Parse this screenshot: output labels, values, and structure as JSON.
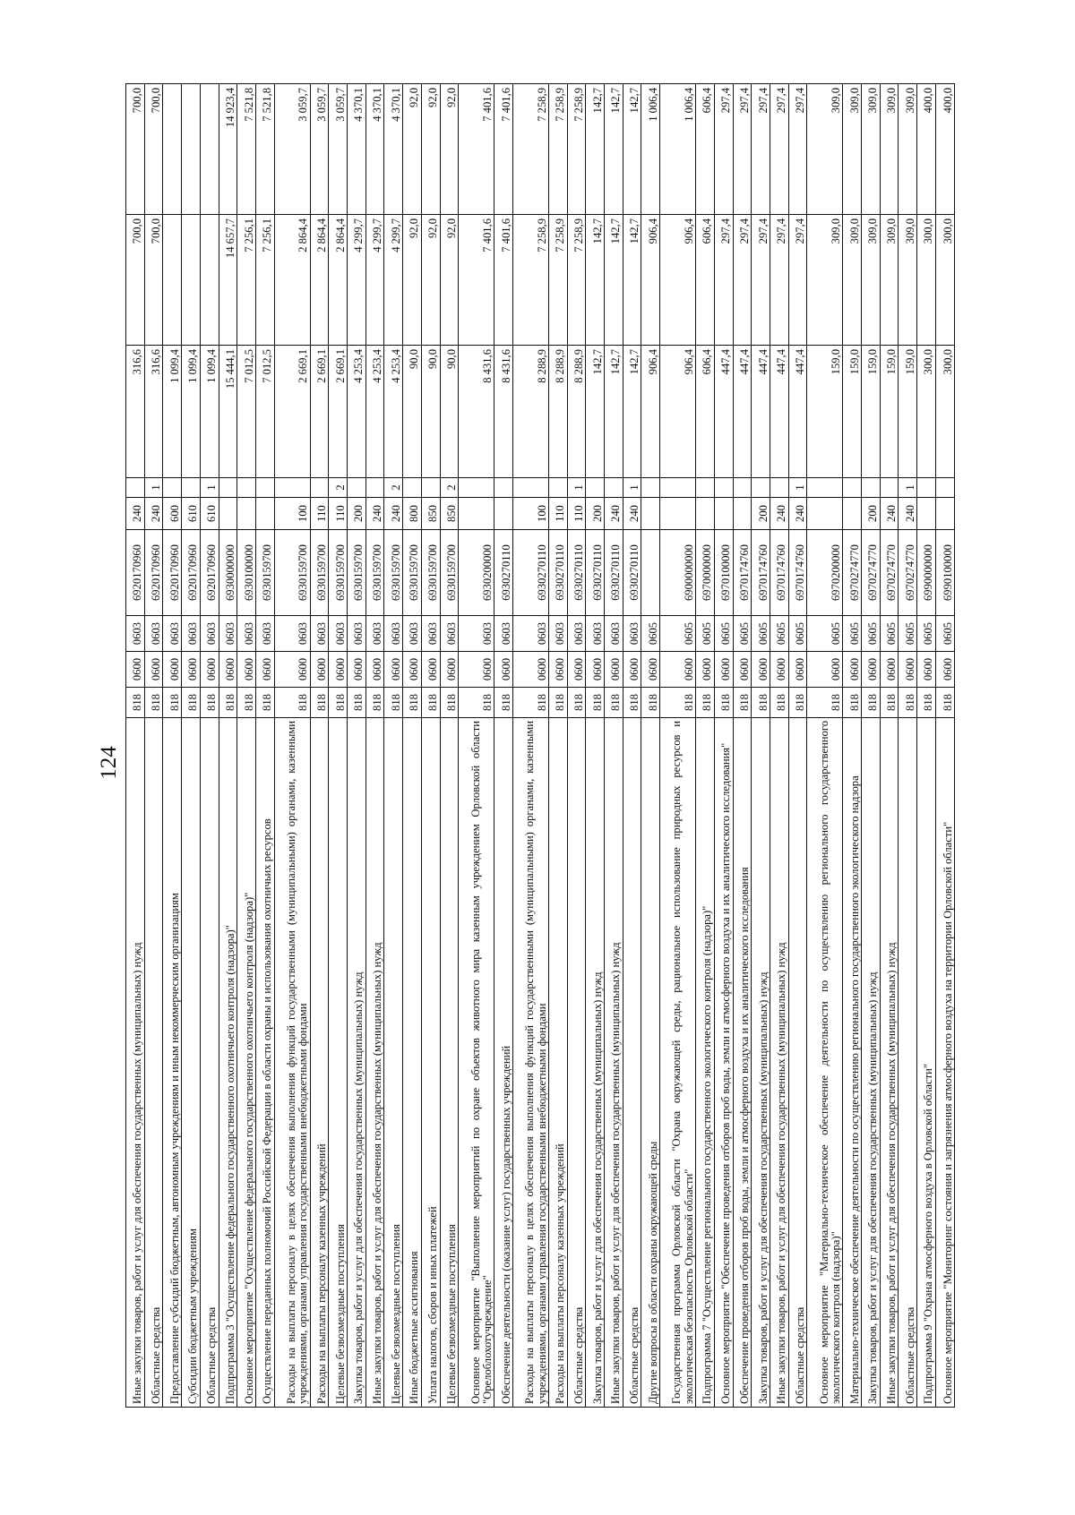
{
  "page_number": "124",
  "table": {
    "rows": [
      {
        "name": "Иные закупки товаров, работ и услуг для обеспечения государственных (муниципальных) нужд",
        "ved": "818",
        "rz": "0600",
        "pr": "0603",
        "csr": "6920170960",
        "vr": "240",
        "mark": "",
        "v1": "316,6",
        "v2": "700,0",
        "v3": "700,0"
      },
      {
        "name": "Областные средства",
        "ved": "818",
        "rz": "0600",
        "pr": "0603",
        "csr": "6920170960",
        "vr": "240",
        "mark": "1",
        "v1": "316,6",
        "v2": "700,0",
        "v3": "700,0"
      },
      {
        "name": "Предоставление субсидий бюджетным, автономным учреждениям и иным некоммерческим организациям",
        "ved": "818",
        "rz": "0600",
        "pr": "0603",
        "csr": "6920170960",
        "vr": "600",
        "mark": "",
        "v1": "1 099,4",
        "v2": "",
        "v3": ""
      },
      {
        "name": "Субсидии бюджетным учреждениям",
        "ved": "818",
        "rz": "0600",
        "pr": "0603",
        "csr": "6920170960",
        "vr": "610",
        "mark": "",
        "v1": "1 099,4",
        "v2": "",
        "v3": ""
      },
      {
        "name": "Областные средства",
        "ved": "818",
        "rz": "0600",
        "pr": "0603",
        "csr": "6920170960",
        "vr": "610",
        "mark": "1",
        "v1": "1 099,4",
        "v2": "",
        "v3": ""
      },
      {
        "name": "Подпрограмма 3 \"Осуществление федерального государственного охотничьего контроля (надзора)\"",
        "ved": "818",
        "rz": "0600",
        "pr": "0603",
        "csr": "6930000000",
        "vr": "",
        "mark": "",
        "v1": "15 444,1",
        "v2": "14 657,7",
        "v3": "14 923,4"
      },
      {
        "name": "Основное мероприятие \"Осуществление федерального государственного охотничьего контроля (надзора)\"",
        "ved": "818",
        "rz": "0600",
        "pr": "0603",
        "csr": "6930100000",
        "vr": "",
        "mark": "",
        "v1": "7 012,5",
        "v2": "7 256,1",
        "v3": "7 521,8"
      },
      {
        "name": "Осуществление переданных полномочий Российской Федерации в области охраны и использования охотничьих ресурсов",
        "ved": "818",
        "rz": "0600",
        "pr": "0603",
        "csr": "6930159700",
        "vr": "",
        "mark": "",
        "v1": "7 012,5",
        "v2": "7 256,1",
        "v3": "7 521,8"
      },
      {
        "name": "Расходы на выплаты персоналу в целях обеспечения выполнения функций государственными (муниципальными) органами, казенными учреждениями, органами управления государственными внебюджетными фондами",
        "ved": "818",
        "rz": "0600",
        "pr": "0603",
        "csr": "6930159700",
        "vr": "100",
        "mark": "",
        "v1": "2 669,1",
        "v2": "2 864,4",
        "v3": "3 059,7"
      },
      {
        "name": "Расходы на выплаты персоналу казенных учреждений",
        "ved": "818",
        "rz": "0600",
        "pr": "0603",
        "csr": "6930159700",
        "vr": "110",
        "mark": "",
        "v1": "2 669,1",
        "v2": "2 864,4",
        "v3": "3 059,7"
      },
      {
        "name": "Целевые безвозмездные поступления",
        "ved": "818",
        "rz": "0600",
        "pr": "0603",
        "csr": "6930159700",
        "vr": "110",
        "mark": "2",
        "v1": "2 669,1",
        "v2": "2 864,4",
        "v3": "3 059,7"
      },
      {
        "name": "Закупка товаров, работ и услуг для обеспечения государственных (муниципальных) нужд",
        "ved": "818",
        "rz": "0600",
        "pr": "0603",
        "csr": "6930159700",
        "vr": "200",
        "mark": "",
        "v1": "4 253,4",
        "v2": "4 299,7",
        "v3": "4 370,1"
      },
      {
        "name": "Иные закупки товаров, работ и услуг для обеспечения государственных (муниципальных) нужд",
        "ved": "818",
        "rz": "0600",
        "pr": "0603",
        "csr": "6930159700",
        "vr": "240",
        "mark": "",
        "v1": "4 253,4",
        "v2": "4 299,7",
        "v3": "4 370,1"
      },
      {
        "name": "Целевые безвозмездные поступления",
        "ved": "818",
        "rz": "0600",
        "pr": "0603",
        "csr": "6930159700",
        "vr": "240",
        "mark": "2",
        "v1": "4 253,4",
        "v2": "4 299,7",
        "v3": "4 370,1"
      },
      {
        "name": "Иные бюджетные ассигнования",
        "ved": "818",
        "rz": "0600",
        "pr": "0603",
        "csr": "6930159700",
        "vr": "800",
        "mark": "",
        "v1": "90,0",
        "v2": "92,0",
        "v3": "92,0"
      },
      {
        "name": "Уплата налогов, сборов и иных платежей",
        "ved": "818",
        "rz": "0600",
        "pr": "0603",
        "csr": "6930159700",
        "vr": "850",
        "mark": "",
        "v1": "90,0",
        "v2": "92,0",
        "v3": "92,0"
      },
      {
        "name": "Целевые безвозмездные поступления",
        "ved": "818",
        "rz": "0600",
        "pr": "0603",
        "csr": "6930159700",
        "vr": "850",
        "mark": "2",
        "v1": "90,0",
        "v2": "92,0",
        "v3": "92,0"
      },
      {
        "name": "Основное мероприятие \"Выполнение мероприятий по охране объектов животного мира казенным учреждением Орловской области \"Орелоблохотучреждение\"",
        "ved": "818",
        "rz": "0600",
        "pr": "0603",
        "csr": "6930200000",
        "vr": "",
        "mark": "",
        "v1": "8 431,6",
        "v2": "7 401,6",
        "v3": "7 401,6"
      },
      {
        "name": "Обеспечение деятельности (оказание услуг) государственных учреждений",
        "ved": "818",
        "rz": "0600",
        "pr": "0603",
        "csr": "6930270110",
        "vr": "",
        "mark": "",
        "v1": "8 431,6",
        "v2": "7 401,6",
        "v3": "7 401,6"
      },
      {
        "name": "Расходы на выплаты персоналу в целях обеспечения выполнения функций государственными (муниципальными) органами, казенными учреждениями, органами управления государственными внебюджетными фондами",
        "ved": "818",
        "rz": "0600",
        "pr": "0603",
        "csr": "6930270110",
        "vr": "100",
        "mark": "",
        "v1": "8 288,9",
        "v2": "7 258,9",
        "v3": "7 258,9"
      },
      {
        "name": "Расходы на выплаты персоналу казенных учреждений",
        "ved": "818",
        "rz": "0600",
        "pr": "0603",
        "csr": "6930270110",
        "vr": "110",
        "mark": "",
        "v1": "8 288,9",
        "v2": "7 258,9",
        "v3": "7 258,9"
      },
      {
        "name": "Областные средства",
        "ved": "818",
        "rz": "0600",
        "pr": "0603",
        "csr": "6930270110",
        "vr": "110",
        "mark": "1",
        "v1": "8 288,9",
        "v2": "7 258,9",
        "v3": "7 258,9"
      },
      {
        "name": "Закупка товаров, работ и услуг для обеспечения государственных (муниципальных) нужд",
        "ved": "818",
        "rz": "0600",
        "pr": "0603",
        "csr": "6930270110",
        "vr": "200",
        "mark": "",
        "v1": "142,7",
        "v2": "142,7",
        "v3": "142,7"
      },
      {
        "name": "Иные закупки товаров, работ и услуг для обеспечения государственных (муниципальных) нужд",
        "ved": "818",
        "rz": "0600",
        "pr": "0603",
        "csr": "6930270110",
        "vr": "240",
        "mark": "",
        "v1": "142,7",
        "v2": "142,7",
        "v3": "142,7"
      },
      {
        "name": "Областные средства",
        "ved": "818",
        "rz": "0600",
        "pr": "0603",
        "csr": "6930270110",
        "vr": "240",
        "mark": "1",
        "v1": "142,7",
        "v2": "142,7",
        "v3": "142,7"
      },
      {
        "name": "Другие вопросы в области охраны окружающей среды",
        "ved": "818",
        "rz": "0600",
        "pr": "0605",
        "csr": "",
        "vr": "",
        "mark": "",
        "v1": "906,4",
        "v2": "906,4",
        "v3": "1 006,4"
      },
      {
        "name": "Государственная программа Орловской области \"Охрана окружающей среды, рациональное использование природных ресурсов и экологическая безопасность Орловской области\"",
        "ved": "818",
        "rz": "0600",
        "pr": "0605",
        "csr": "6900000000",
        "vr": "",
        "mark": "",
        "v1": "906,4",
        "v2": "906,4",
        "v3": "1 006,4"
      },
      {
        "name": "Подпрограмма 7 \"Осуществление регионального государственного экологического контроля (надзора)\"",
        "ved": "818",
        "rz": "0600",
        "pr": "0605",
        "csr": "6970000000",
        "vr": "",
        "mark": "",
        "v1": "606,4",
        "v2": "606,4",
        "v3": "606,4"
      },
      {
        "name": "Основное мероприятие \"Обеспечение проведения отборов проб воды, земли и атмосферного воздуха и их аналитического исследования\"",
        "ved": "818",
        "rz": "0600",
        "pr": "0605",
        "csr": "6970100000",
        "vr": "",
        "mark": "",
        "v1": "447,4",
        "v2": "297,4",
        "v3": "297,4"
      },
      {
        "name": "Обеспечение проведения отборов проб воды, земли и атмосферного воздуха и их аналитического исследования",
        "ved": "818",
        "rz": "0600",
        "pr": "0605",
        "csr": "6970174760",
        "vr": "",
        "mark": "",
        "v1": "447,4",
        "v2": "297,4",
        "v3": "297,4"
      },
      {
        "name": "Закупка товаров, работ и услуг для обеспечения государственных (муниципальных) нужд",
        "ved": "818",
        "rz": "0600",
        "pr": "0605",
        "csr": "6970174760",
        "vr": "200",
        "mark": "",
        "v1": "447,4",
        "v2": "297,4",
        "v3": "297,4"
      },
      {
        "name": "Иные закупки товаров, работ и услуг для обеспечения государственных (муниципальных) нужд",
        "ved": "818",
        "rz": "0600",
        "pr": "0605",
        "csr": "6970174760",
        "vr": "240",
        "mark": "",
        "v1": "447,4",
        "v2": "297,4",
        "v3": "297,4"
      },
      {
        "name": "Областные средства",
        "ved": "818",
        "rz": "0600",
        "pr": "0605",
        "csr": "6970174760",
        "vr": "240",
        "mark": "1",
        "v1": "447,4",
        "v2": "297,4",
        "v3": "297,4"
      },
      {
        "name": "Основное мероприятие \"Материально-техническое обеспечение деятельности по осуществлению регионального государственного экологического контроля (надзора)\"",
        "ved": "818",
        "rz": "0600",
        "pr": "0605",
        "csr": "6970200000",
        "vr": "",
        "mark": "",
        "v1": "159,0",
        "v2": "309,0",
        "v3": "309,0"
      },
      {
        "name": "Материально-техническое обеспечение деятельности по осуществлению регионального государственного экологического надзора",
        "ved": "818",
        "rz": "0600",
        "pr": "0605",
        "csr": "6970274770",
        "vr": "",
        "mark": "",
        "v1": "159,0",
        "v2": "309,0",
        "v3": "309,0"
      },
      {
        "name": "Закупка товаров, работ и услуг для обеспечения государственных (муниципальных) нужд",
        "ved": "818",
        "rz": "0600",
        "pr": "0605",
        "csr": "6970274770",
        "vr": "200",
        "mark": "",
        "v1": "159,0",
        "v2": "309,0",
        "v3": "309,0"
      },
      {
        "name": "Иные закупки товаров, работ и услуг для обеспечения государственных (муниципальных) нужд",
        "ved": "818",
        "rz": "0600",
        "pr": "0605",
        "csr": "6970274770",
        "vr": "240",
        "mark": "",
        "v1": "159,0",
        "v2": "309,0",
        "v3": "309,0"
      },
      {
        "name": "Областные средства",
        "ved": "818",
        "rz": "0600",
        "pr": "0605",
        "csr": "6970274770",
        "vr": "240",
        "mark": "1",
        "v1": "159,0",
        "v2": "309,0",
        "v3": "309,0"
      },
      {
        "name": "Подпрограмма 9 \"Охрана атмосферного воздуха в Орловской области\"",
        "ved": "818",
        "rz": "0600",
        "pr": "0605",
        "csr": "6990000000",
        "vr": "",
        "mark": "",
        "v1": "300,0",
        "v2": "300,0",
        "v3": "400,0"
      },
      {
        "name": "Основное мероприятие \"Мониторинг состояния и загрязнения атмосферного воздуха на территории Орловской области\"",
        "ved": "818",
        "rz": "0600",
        "pr": "0605",
        "csr": "6990100000",
        "vr": "",
        "mark": "",
        "v1": "300,0",
        "v2": "300,0",
        "v3": "400,0"
      }
    ]
  }
}
